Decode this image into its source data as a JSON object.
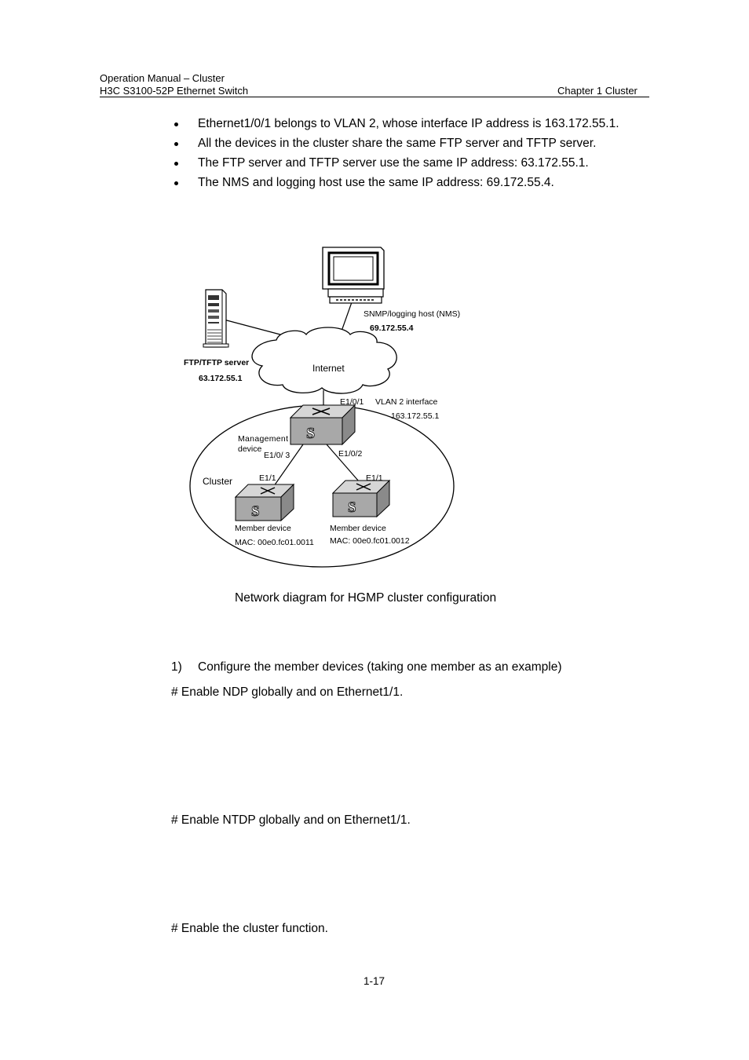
{
  "header": {
    "doc_title": "Operation Manual – Cluster",
    "product": "H3C S3100-52P Ethernet Switch",
    "chapter": "Chapter 1  Cluster"
  },
  "bullets": [
    "Ethernet1/0/1 belongs to VLAN 2, whose interface IP address is 163.172.55.1.",
    "All the devices in the cluster share the same FTP server and TFTP server.",
    "The FTP server and TFTP server use the same IP address: 63.172.55.1.",
    "The NMS and logging host use the same IP address: 69.172.55.4."
  ],
  "diagram": {
    "nms_label": "SNMP/logging host (NMS)",
    "nms_ip": "69.172.55.4",
    "ftp_label": "FTP/TFTP server",
    "ftp_ip": "63.172.55.1",
    "internet_label": "Internet",
    "mgmt_port": "E1/0/1",
    "vlan_label": "VLAN 2 interface",
    "vlan_ip": "163.172.55.1",
    "mgmt_label_1": "Management",
    "mgmt_label_2": "device",
    "port_left": "E1/0/ 3",
    "port_right": "E1/0/2",
    "cluster_label": "Cluster",
    "member1_port": "E1/1",
    "member2_port": "E1/1",
    "member1_label": "Member device",
    "member1_mac": "MAC: 00e0.fc01.0011",
    "member2_label": "Member device",
    "member2_mac": "MAC: 00e0.fc01.0012",
    "switch_glyph": "S"
  },
  "caption": "Network diagram for HGMP cluster configuration",
  "steps": {
    "step1_num": "1)",
    "step1_text": "Configure the member devices (taking one member as an example)",
    "ndp": "# Enable NDP globally and on Ethernet1/1.",
    "ntdp": "# Enable NTDP globally and on Ethernet1/1.",
    "cluster": "# Enable the cluster function."
  },
  "page_number": "1-17"
}
